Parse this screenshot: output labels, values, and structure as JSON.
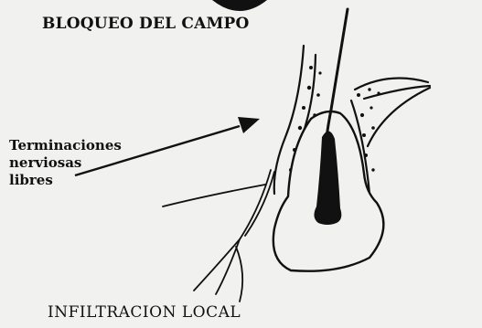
{
  "title": "BLOQUEO DEL CAMPO",
  "nerve_label": {
    "line1": "Terminaciones",
    "line2": "nerviosas",
    "line3": "libres"
  },
  "bottom_label": "INFILTRACION  LOCAL"
}
